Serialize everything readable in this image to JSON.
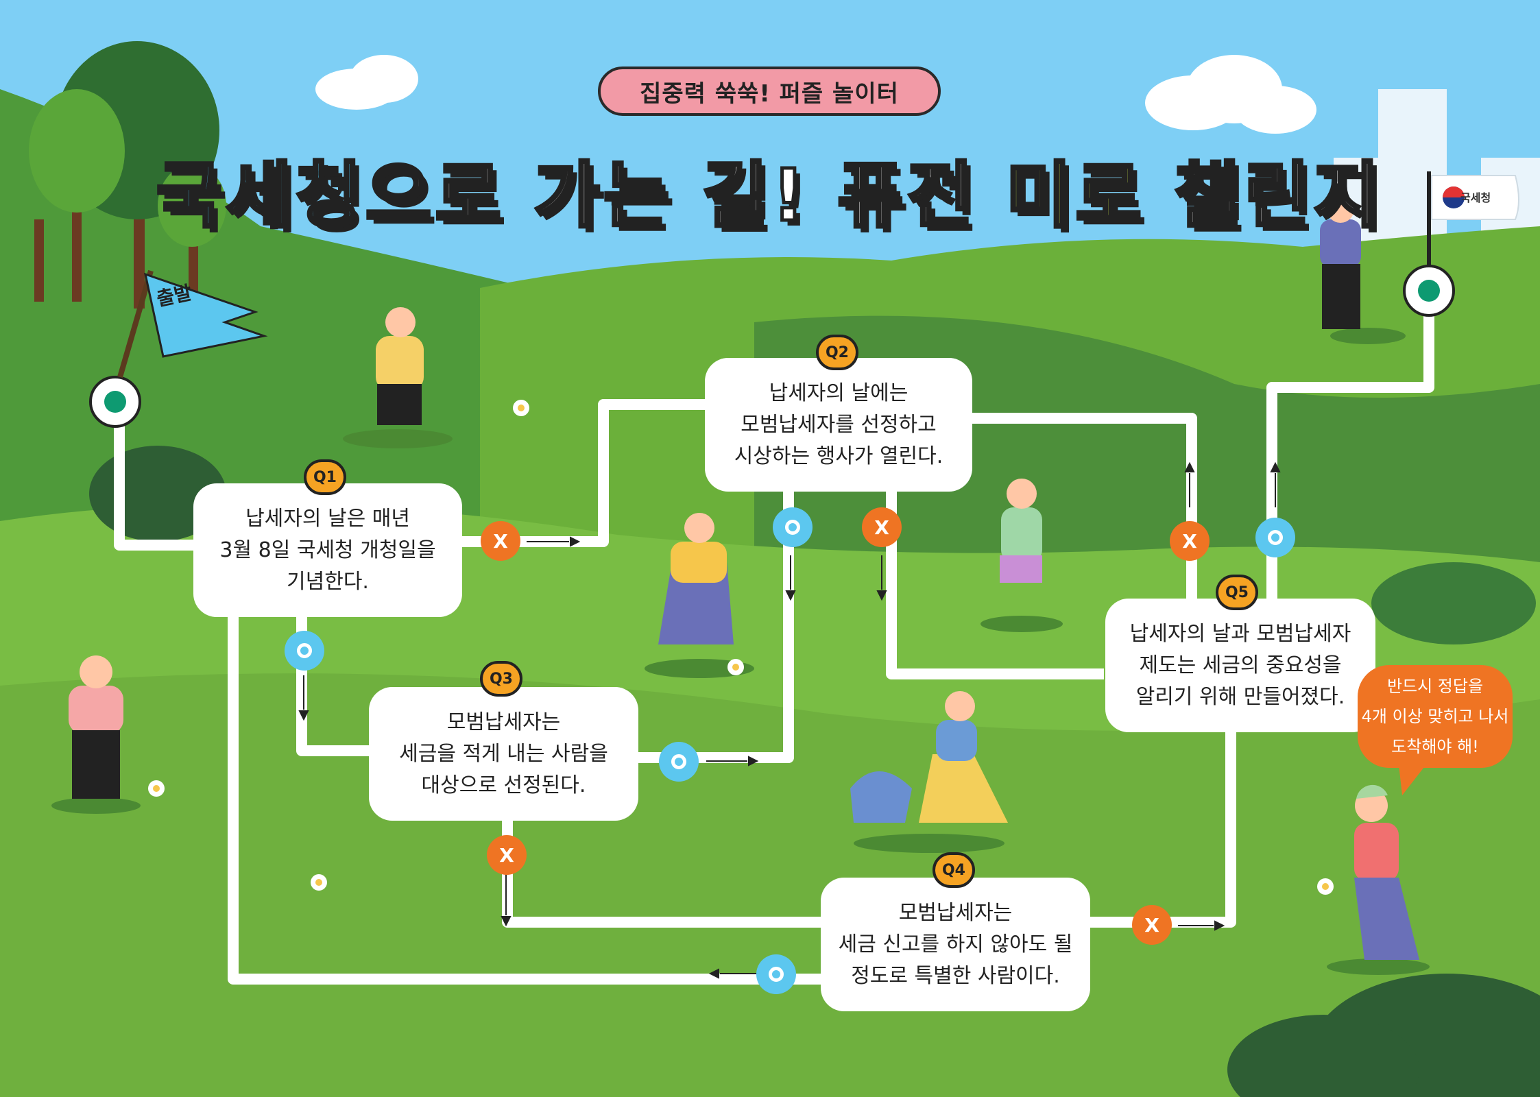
{
  "header": {
    "badge": "집중력 쑥쑥! 퍼즐 놀이터",
    "title_part1": "국세청",
    "title_part2": "으로 가는 길! 퓨전 ",
    "title_part3": "미로",
    "title_part4": " 챌린지"
  },
  "start_flag": "출발",
  "destination_label": "국세청",
  "hint_bubble": "반드시 정답을\n4개 이상 맞히고 나서\n도착해야 해!",
  "questions": [
    {
      "tag": "Q1",
      "text": "납세자의 날은 매년\n3월 8일 국세청 개청일을\n기념한다."
    },
    {
      "tag": "Q2",
      "text": "납세자의 날에는\n모범납세자를 선정하고\n시상하는 행사가 열린다."
    },
    {
      "tag": "Q3",
      "text": "모범납세자는\n세금을 적게 내는 사람을\n대상으로 선정된다."
    },
    {
      "tag": "Q4",
      "text": "모범납세자는\n세금 신고를 하지 않아도 될\n정도로 특별한 사람이다."
    },
    {
      "tag": "Q5",
      "text": "납세자의 날과 모범납세자\n제도는 세금의 중요성을\n알리기 위해 만들어졌다."
    }
  ],
  "marks": {
    "o": "",
    "x": "X"
  },
  "colors": {
    "sky": "#7ecff5",
    "grass_dark": "#4f9a3a",
    "grass_light": "#79bd44",
    "path": "#ffffff",
    "o_mark": "#5cc7ef",
    "x_mark": "#ef7423",
    "tag": "#f6a323",
    "badge": "#f29aa6"
  },
  "icons": [
    "start-flag-icon",
    "goal-flag-icon",
    "nts-logo-icon",
    "flower-icon",
    "tree-icon",
    "cloud-icon"
  ]
}
